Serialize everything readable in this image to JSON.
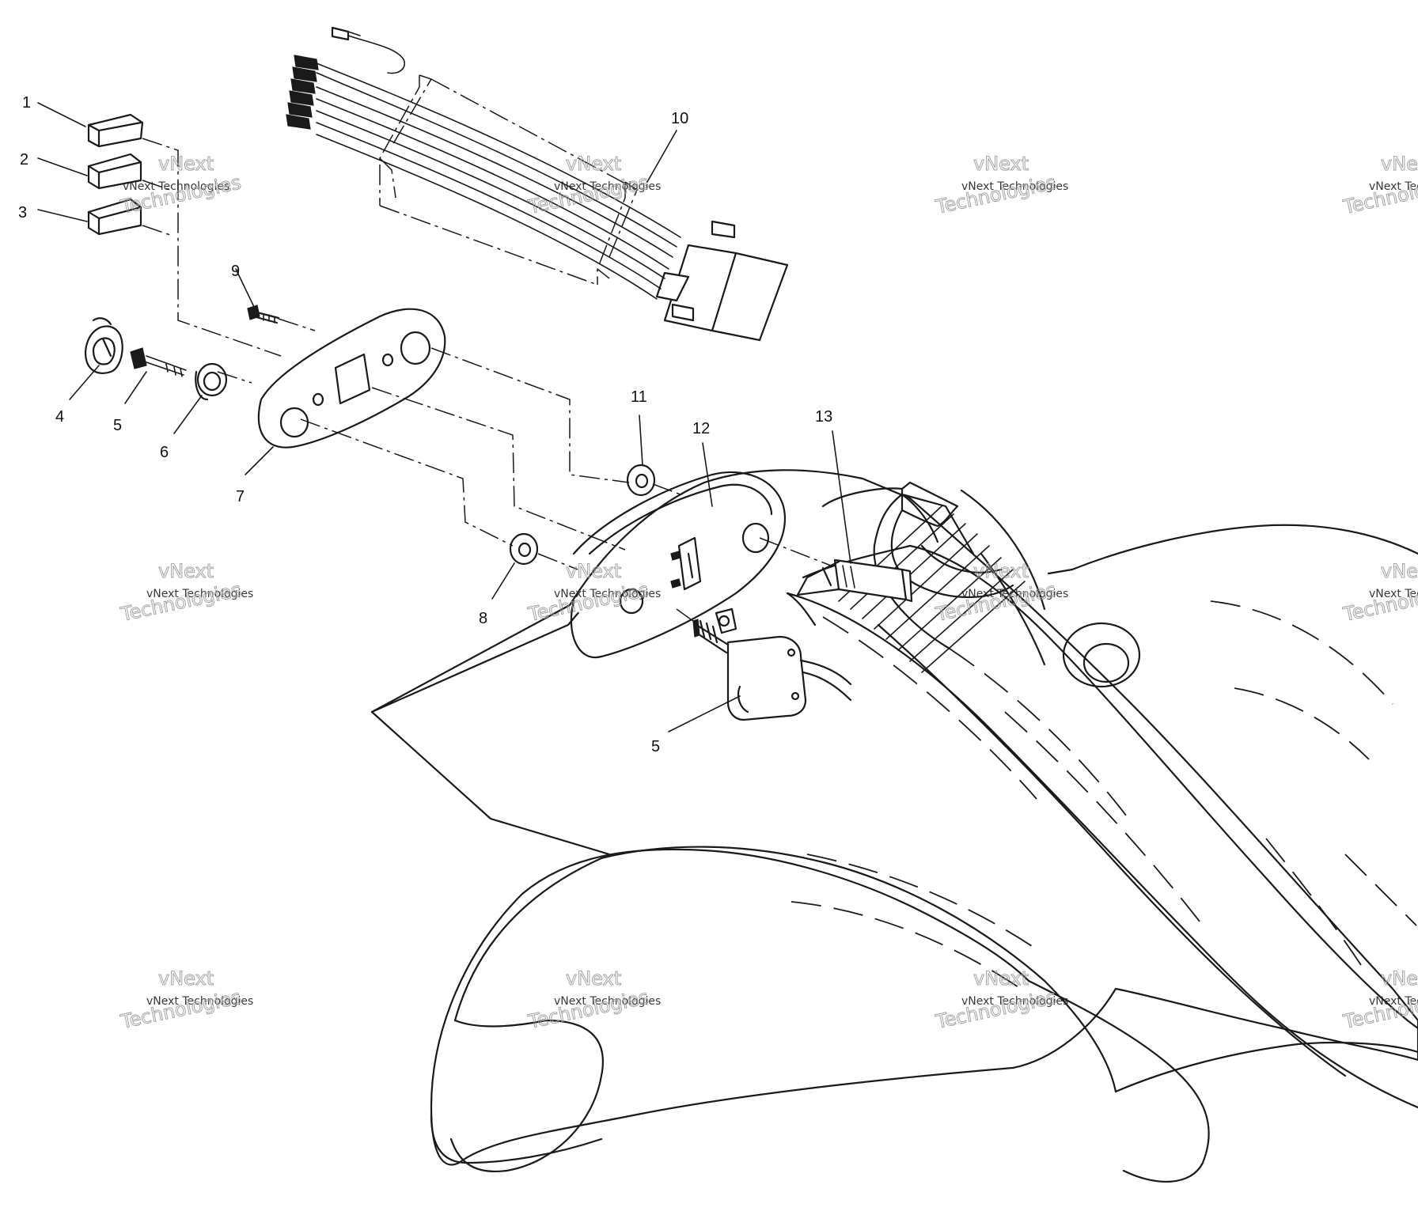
{
  "callouts": {
    "c1": "1",
    "c2": "2",
    "c3": "3",
    "c4": "4",
    "c5a": "5",
    "c6": "6",
    "c7": "7",
    "c8": "8",
    "c9": "9",
    "c10": "10",
    "c11": "11",
    "c12": "12",
    "c13": "13",
    "c5b": "5"
  },
  "watermark": {
    "line1": "vNext",
    "line2": "vNext Technologies",
    "line3": "Technologies"
  },
  "colors": {
    "ink": "#1a1a1a",
    "paper": "#ffffff",
    "watermark": "#9a9a9a"
  }
}
